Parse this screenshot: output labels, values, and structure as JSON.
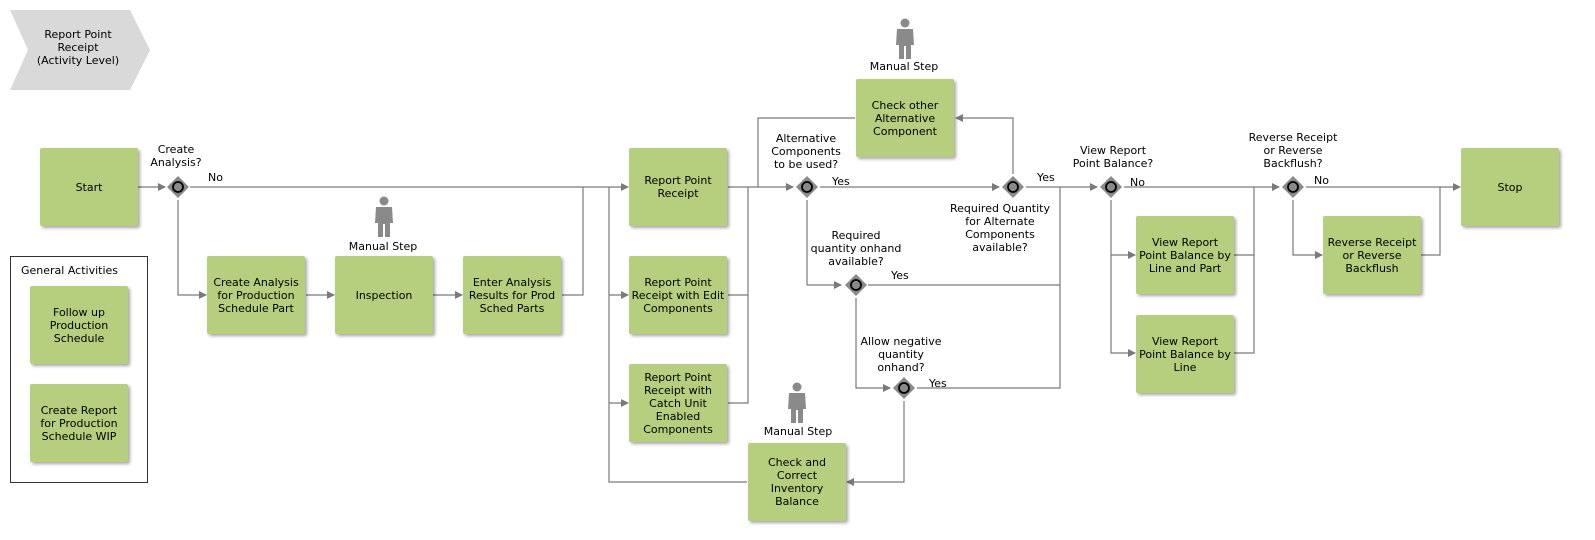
{
  "header": {
    "title": "Report Point\nReceipt\n(Activity Level)"
  },
  "general_activities": {
    "title": "General Activities",
    "items": [
      "Follow up\nProduction\nSchedule",
      "Create Report\nfor Production\nSchedule WIP"
    ]
  },
  "activities": {
    "start": "Start",
    "create_analysis": "Create Analysis\nfor Production\nSchedule Part",
    "inspection": "Inspection",
    "enter_analysis": "Enter Analysis\nResults for Prod\nSched Parts",
    "report_point_receipt": "Report Point\nReceipt",
    "rpr_edit_components": "Report Point\nReceipt with Edit\nComponents",
    "rpr_catch_unit": "Report Point\nReceipt with\nCatch Unit\nEnabled\nComponents",
    "check_other_alternative": "Check other\nAlternative\nComponent",
    "check_correct_inventory": "Check and\nCorrect\nInventory\nBalance",
    "view_balance_line_part": "View Report\nPoint Balance by\nLine and Part",
    "view_balance_line": "View Report\nPoint Balance by\nLine",
    "reverse_receipt": "Reverse Receipt\nor Reverse\nBackflush",
    "stop": "Stop"
  },
  "manual_step_label": "Manual Step",
  "gateways": {
    "create_analysis_q": "Create\nAnalysis?",
    "alternative_q": "Alternative\nComponents\nto be used?",
    "required_qty_alt_q": "Required Quantity\nfor Alternate\nComponents\navailable?",
    "required_qty_onhand_q": "Required\nquantity onhand\navailable?",
    "allow_negative_q": "Allow negative\nquantity\nonhand?",
    "view_balance_q": "View Report\nPoint Balance?",
    "reverse_q": "Reverse Receipt\nor Reverse\nBackflush?"
  },
  "flow_labels": {
    "no_create_analysis": "No",
    "yes_alternative": "Yes",
    "yes_required_alt": "Yes",
    "yes_onhand": "Yes",
    "yes_negative": "Yes",
    "no_view_balance": "No",
    "no_reverse": "No"
  },
  "colors": {
    "activity": "#b5cf7e",
    "gateway": "#8a8a8a",
    "connector": "#7a7a7a",
    "chevron": "#d9d9d9",
    "person": "#8a8a8a"
  }
}
